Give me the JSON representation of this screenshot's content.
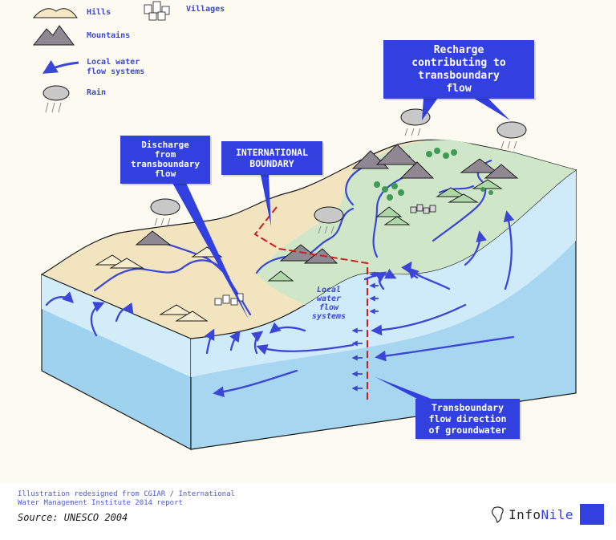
{
  "legend": {
    "hills": "Hills",
    "mountains": "Mountains",
    "local_water": "Local water\nflow systems",
    "rain": "Rain",
    "villages": "Villages"
  },
  "callouts": {
    "discharge": "Discharge\nfrom\ntransboundary\nflow",
    "international": "INTERNATIONAL\nBOUNDARY",
    "recharge": "Recharge\ncontributing to\ntransboundary\nflow",
    "direction": "Transboundary\nflow direction\nof groundwater"
  },
  "plot_text": {
    "local_systems": "Local\nwater\nflow\nsystems"
  },
  "footer": {
    "credit": "Illustration redesigned from CGIAR / International\nWater Management Institute 2014 report",
    "source": "Source: UNESCO 2004",
    "logo_a": "Info",
    "logo_b": "Nile"
  },
  "colors": {
    "accent": "#3340e0",
    "boundary": "#cc1f1f",
    "sand": "#f3e4c0",
    "green": "#cfe7c8",
    "water_light": "#cfeaf7",
    "water_mid": "#a9d8f1"
  }
}
